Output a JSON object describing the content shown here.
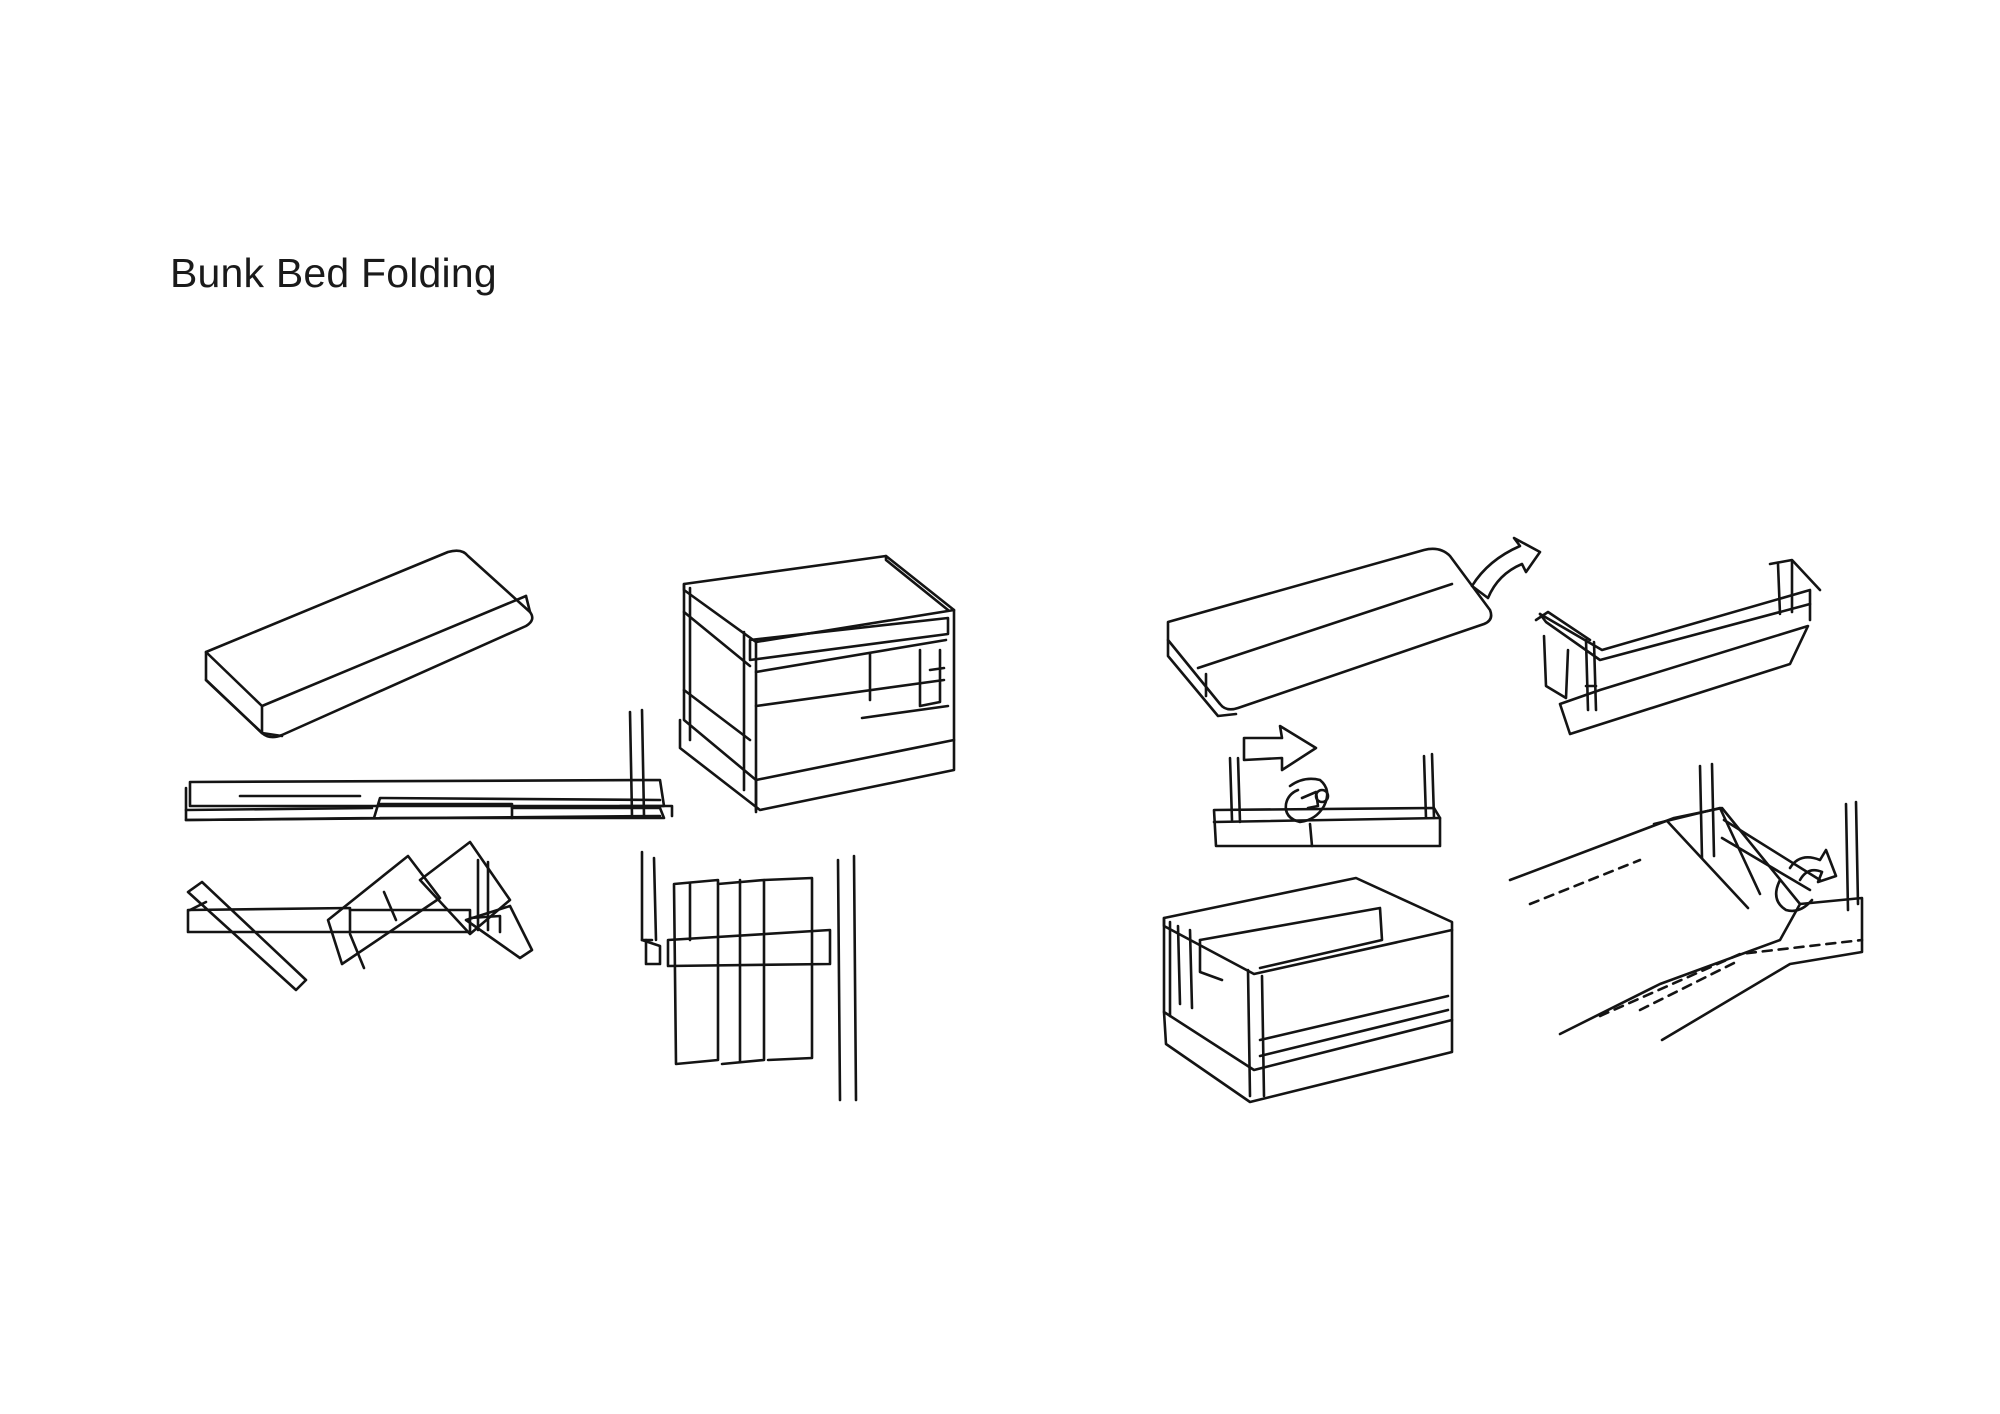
{
  "page": {
    "title": "Bunk Bed Folding",
    "background_color": "#ffffff",
    "ink_color": "#141414"
  },
  "sketches": [
    {
      "name": "single-mattress-board"
    },
    {
      "name": "bunk-bed-frame-perspective"
    },
    {
      "name": "telescoping-side-rail"
    },
    {
      "name": "scissor-folding-support"
    },
    {
      "name": "folded-slats-against-post"
    },
    {
      "name": "mattress-with-fold-arrow"
    },
    {
      "name": "raised-upper-frame"
    },
    {
      "name": "slide-arrow-lock-mechanism"
    },
    {
      "name": "hook-latch-closeup"
    },
    {
      "name": "collapsed-bed-box"
    }
  ]
}
